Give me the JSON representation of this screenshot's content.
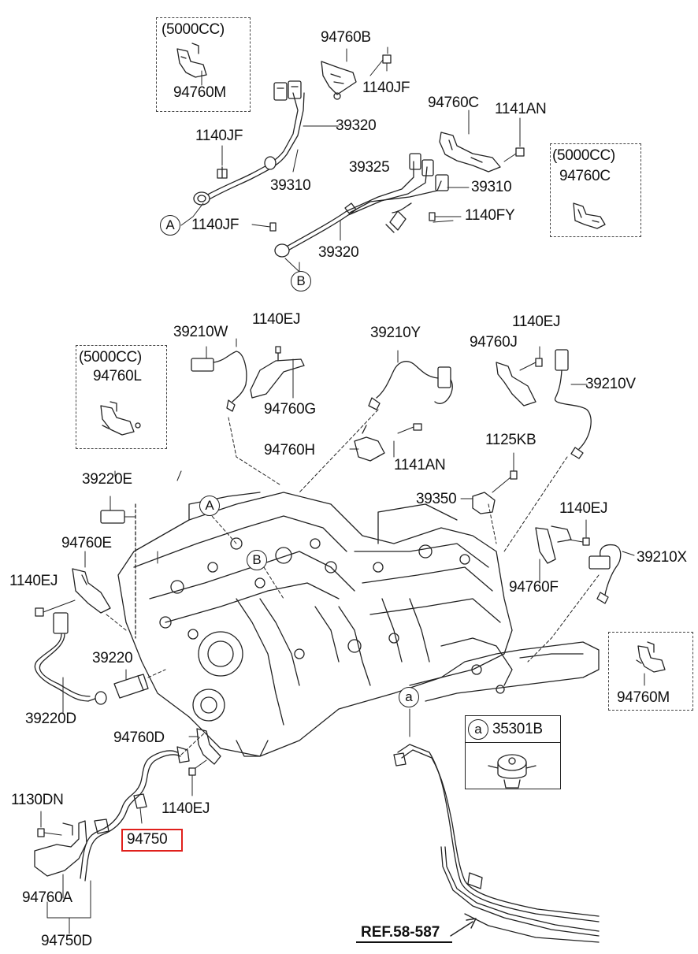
{
  "variant_note": "(5000CC)",
  "labels": {
    "p94760M_top": "94760M",
    "p94760B": "94760B",
    "p1140JF_a": "1140JF",
    "p39320_a": "39320",
    "p94760C": "94760C",
    "p1141AN_a": "1141AN",
    "p1140JF_b": "1140JF",
    "p39310_a": "39310",
    "p39325": "39325",
    "p39310_b": "39310",
    "p94760C_box": "94760C",
    "p1140JF_c": "1140JF",
    "p1140FY": "1140FY",
    "p39320_b": "39320",
    "p39210W": "39210W",
    "p1140EJ_a": "1140EJ",
    "p39210Y": "39210Y",
    "p1140EJ_b": "1140EJ",
    "p94760J": "94760J",
    "p94760L": "94760L",
    "p94760G": "94760G",
    "p39210V": "39210V",
    "p94760H": "94760H",
    "p1141AN_b": "1141AN",
    "p1125KB": "1125KB",
    "p39220E": "39220E",
    "p39350": "39350",
    "p1140EJ_c": "1140EJ",
    "p94760E": "94760E",
    "p39210X": "39210X",
    "p1140EJ_d": "1140EJ",
    "p94760F": "94760F",
    "p39220": "39220",
    "p94760M_side": "94760M",
    "p39220D": "39220D",
    "p94760D": "94760D",
    "p35301B": "35301B",
    "p1140EJ_e": "1140EJ",
    "p1130DN": "1130DN",
    "p94750": "94750",
    "p94760A": "94760A",
    "p94750D": "94750D"
  },
  "callouts": {
    "A": "A",
    "B": "B",
    "a": "a"
  },
  "reference": "REF.58-587",
  "highlight_color": "#e0201c"
}
